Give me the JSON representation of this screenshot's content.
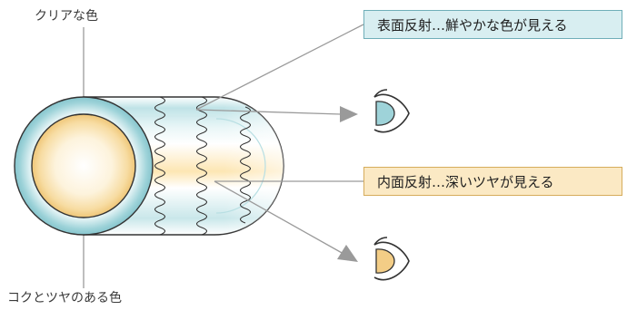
{
  "labels": {
    "clear_color": "クリアな色",
    "deep_color": "コクとツヤのある色",
    "surface_reflection": "表面反射…鮮やかな色が見える",
    "internal_reflection": "内面反射…深いツヤが見える"
  },
  "colors": {
    "cyan_layer": "#9ed3d9",
    "cyan_border": "#6faeb8",
    "surface_box_fill": "#d8eef1",
    "gold_core": "#f3cd86",
    "internal_box_fill": "#fbe9c4",
    "internal_box_border": "#d6ac5c",
    "line_gray": "#9a9a9a",
    "outline_dark": "#333333"
  },
  "icons": {
    "top_eye": "eye-icon",
    "bottom_eye": "eye-icon",
    "arrows": "arrowhead-icon"
  }
}
